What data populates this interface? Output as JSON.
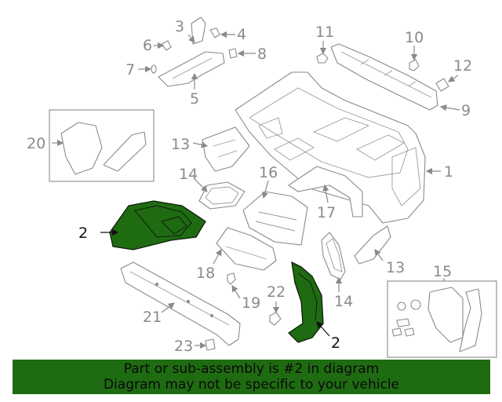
{
  "callouts": {
    "c1": "1",
    "c2a": "2",
    "c2b": "2",
    "c3": "3",
    "c4": "4",
    "c5": "5",
    "c6": "6",
    "c7": "7",
    "c8": "8",
    "c9": "9",
    "c10": "10",
    "c11": "11",
    "c12": "12",
    "c13a": "13",
    "c13b": "13",
    "c14a": "14",
    "c14b": "14",
    "c15": "15",
    "c16": "16",
    "c17": "17",
    "c18": "18",
    "c19": "19",
    "c20": "20",
    "c21": "21",
    "c22": "22",
    "c23": "23"
  },
  "footer": {
    "line1": "Part or sub-assembly is #2 in diagram",
    "line2": "Diagram may not be specific to your vehicle"
  },
  "colors": {
    "highlight": "#1f6b12",
    "line": "#8a8a8a"
  }
}
